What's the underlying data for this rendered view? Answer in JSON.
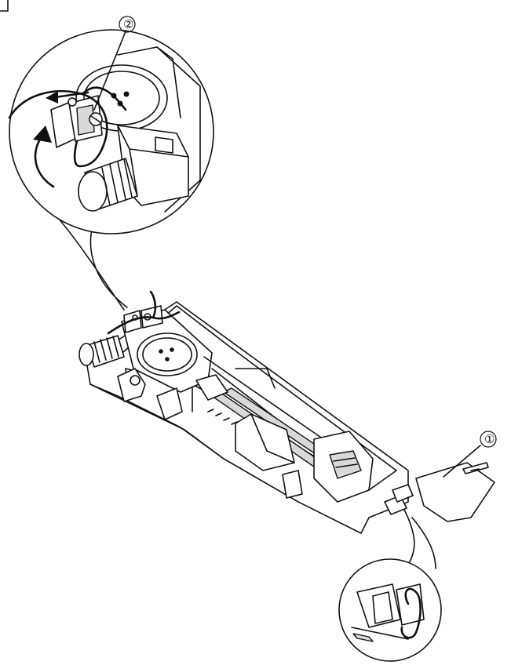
{
  "callouts": [
    {
      "id": "callout-1",
      "label": "①"
    },
    {
      "id": "callout-2",
      "label": "②"
    }
  ],
  "colors": {
    "line": "#111111",
    "background": "#ffffff",
    "shade": "#d9d9d9"
  }
}
